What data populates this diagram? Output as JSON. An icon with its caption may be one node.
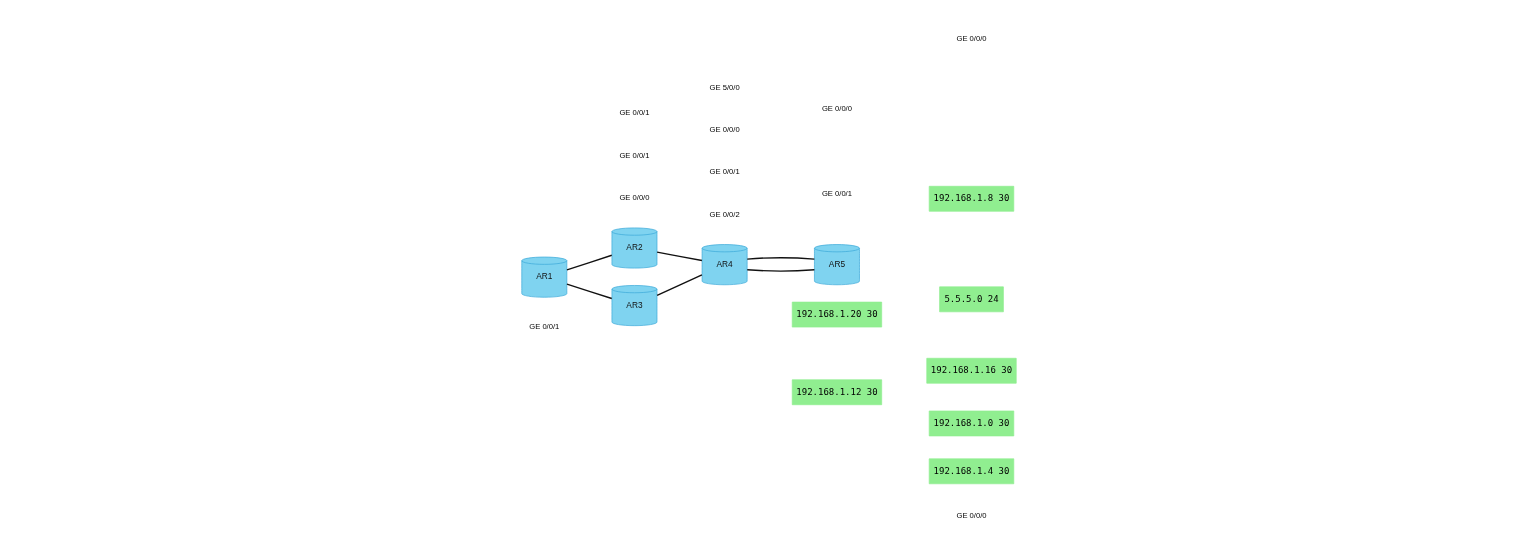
{
  "diagram": {
    "nodes": [
      {
        "text": [
          "AR2"
        ]
      },
      {
        "text": [
          "192.168.1.0 30"
        ]
      },
      {
        "text": [
          "192.168.1.8 30"
        ]
      },
      {
        "text": [
          "192.168.1.16 30"
        ]
      },
      {
        "text": [
          "AR5"
        ]
      },
      {
        "text": [
          "AR1"
        ]
      },
      {
        "text": [
          "AR4"
        ]
      },
      {
        "text": [
          "5.5.5.0 24"
        ]
      },
      {
        "text": [
          "192.168.1.20 30"
        ]
      },
      {
        "text": [
          "192.168.1.12 30"
        ]
      },
      {
        "text": [
          "192.168.1.4 30"
        ]
      },
      {
        "text": [
          "AR3"
        ]
      }
    ],
    "edges": [
      {
        "from": 5,
        "to": 0,
        "arrow": "none"
      },
      {
        "from": 0,
        "to": 6,
        "arrow": "none"
      },
      {
        "from": 5,
        "to": 11,
        "arrow": "none"
      },
      {
        "from": 11,
        "to": 6,
        "arrow": "none"
      },
      {
        "from": 6,
        "to": 4,
        "arrow": "none"
      },
      {
        "from": 6,
        "to": 4,
        "arrow": "none"
      }
    ],
    "labels": [
      "GE 0/0/0",
      "GE 0/0/1",
      "GE 0/0/0",
      "GE 0/0/1",
      "GE 0/0/2",
      "GE 0/0/0",
      "GE 5/0/0",
      "GE 0/0/1",
      "GE 0/0/1",
      "GE 0/0/0",
      "GE 0/0/0",
      "GE 0/0/1"
    ]
  }
}
